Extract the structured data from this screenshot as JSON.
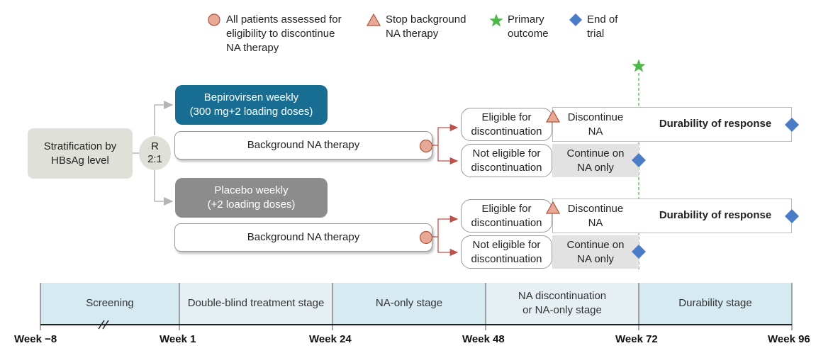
{
  "legend": {
    "assessed": "All patients assessed for eligibility to discontinue NA therapy",
    "assessed_lines": [
      "All patients assessed for",
      "eligibility to discontinue",
      "NA therapy"
    ],
    "stop_lines": [
      "Stop background",
      "NA therapy"
    ],
    "primary_lines": [
      "Primary",
      "outcome"
    ],
    "end_lines": [
      "End of",
      "trial"
    ]
  },
  "colors": {
    "bepirovirsen": "#176e92",
    "placebo": "#8c8c8c",
    "circle": "#e8a896",
    "triangle": "#e8a896",
    "star": "#4cb847",
    "diamond": "#4a7cc7",
    "arrow": "#c0504d",
    "stage_a": "#d6eaf2",
    "stage_b": "#e6eff3"
  },
  "stratification": {
    "lines": [
      "Stratification by",
      "HBsAg level"
    ]
  },
  "randomization": {
    "lines": [
      "R",
      "2:1"
    ]
  },
  "arms": {
    "bepirovirsen": {
      "lines": [
        "Bepirovirsen weekly",
        "(300 mg+2 loading doses)"
      ]
    },
    "placebo": {
      "lines": [
        "Placebo weekly",
        "(+2 loading doses)"
      ]
    }
  },
  "background_label": "Background NA therapy",
  "eligible_lines": [
    "Eligible for",
    "discontinuation"
  ],
  "not_eligible_lines": [
    "Not eligible for",
    "discontinuation"
  ],
  "discontinue_lines": [
    "Discontinue",
    "NA"
  ],
  "continue_lines": [
    "Continue on",
    "NA only"
  ],
  "durability_label": "Durability of response",
  "stages": [
    {
      "lines": [
        "Screening"
      ]
    },
    {
      "lines": [
        "Double-blind treatment stage"
      ]
    },
    {
      "lines": [
        "NA-only stage"
      ]
    },
    {
      "lines": [
        "NA discontinuation",
        "or NA-only stage"
      ]
    },
    {
      "lines": [
        "Durability stage"
      ]
    }
  ],
  "weeks": [
    "Week −8",
    "Week 1",
    "Week 24",
    "Week 48",
    "Week 72",
    "Week 96"
  ]
}
